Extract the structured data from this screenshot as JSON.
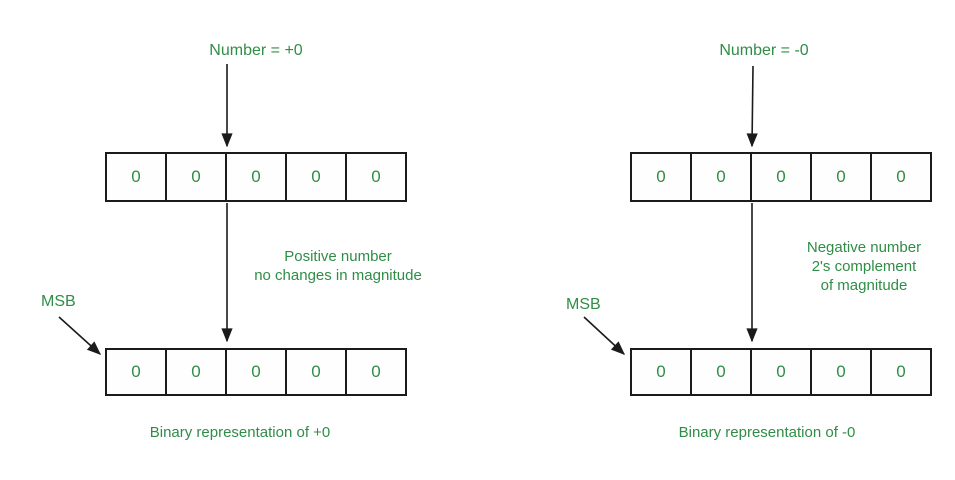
{
  "colors": {
    "accent_green": "#2f8d46",
    "line_black": "#1b1b1b",
    "background": "#ffffff"
  },
  "left": {
    "number_label": "Number = +0",
    "top_row": [
      "0",
      "0",
      "0",
      "0",
      "0"
    ],
    "note_lines": [
      "Positive number",
      "no changes in magnitude"
    ],
    "msb_label": "MSB",
    "bottom_row": [
      "0",
      "0",
      "0",
      "0",
      "0"
    ],
    "caption": "Binary representation of +0"
  },
  "right": {
    "number_label": "Number = -0",
    "top_row": [
      "0",
      "0",
      "0",
      "0",
      "0"
    ],
    "note_lines": [
      "Negative number",
      "2's complement",
      "of magnitude"
    ],
    "msb_label": "MSB",
    "bottom_row": [
      "0",
      "0",
      "0",
      "0",
      "0"
    ],
    "caption": "Binary representation of -0"
  }
}
